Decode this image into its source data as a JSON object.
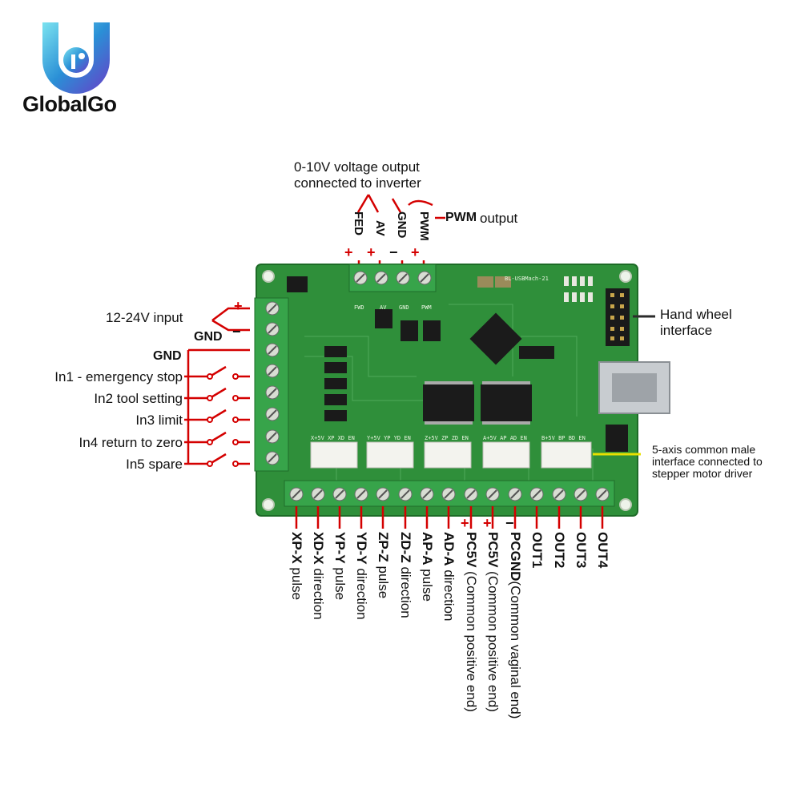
{
  "brand": {
    "name": "GlobalGo",
    "accent": "#1e88c7"
  },
  "colors": {
    "pcb": "#2f8f3a",
    "terminal": "#37a44a",
    "wire": "#d40000",
    "arrow": "#2b2b2b"
  },
  "top_annotation": {
    "line1": "0-10V voltage output",
    "line2": "connected to inverter",
    "pwm_label": "output"
  },
  "top_pins": [
    {
      "label": "FED",
      "sign": "+"
    },
    {
      "label": "AV",
      "sign": "+"
    },
    {
      "label": "GND",
      "sign": "−"
    },
    {
      "label": "PWM",
      "sign": "+"
    }
  ],
  "pwm_tag": "PWM",
  "power": {
    "input_label": "12-24V input",
    "gnd_label": "GND",
    "plus": "+",
    "minus": "−"
  },
  "inputs": {
    "gnd_label": "GND",
    "items": [
      "In1 - emergency stop",
      "In2 tool setting",
      "In3 limit",
      "In4 return to zero",
      "In5 spare"
    ]
  },
  "right_annotations": {
    "hand_wheel": [
      "Hand wheel",
      "interface"
    ],
    "five_axis": [
      "5-axis common male",
      "interface connected to",
      "stepper motor driver"
    ]
  },
  "bottom_pins": [
    {
      "code": "XP-X",
      "desc": "pulse"
    },
    {
      "code": "XD-X",
      "desc": "direction"
    },
    {
      "code": "YP-Y",
      "desc": "pulse"
    },
    {
      "code": "YD-Y",
      "desc": "direction"
    },
    {
      "code": "ZP-Z",
      "desc": "pulse"
    },
    {
      "code": "ZD-Z",
      "desc": "direction"
    },
    {
      "code": "AP-A",
      "desc": "pulse"
    },
    {
      "code": "AD-A",
      "desc": "direction"
    },
    {
      "code": "PC5V",
      "desc": "(Common positive end)"
    },
    {
      "code": "PC5V",
      "desc": "(Common positive end)"
    },
    {
      "code": "PCGND",
      "desc": "(Common vaginal end)"
    },
    {
      "code": "OUT1",
      "desc": ""
    },
    {
      "code": "OUT2",
      "desc": ""
    },
    {
      "code": "OUT3",
      "desc": ""
    },
    {
      "code": "OUT4",
      "desc": ""
    }
  ],
  "bottom_signs": [
    "+",
    "+",
    "−"
  ],
  "board": {
    "title": "BL-USBMach-21",
    "silk_top": [
      "FWD",
      "AV",
      "GND",
      "PWM"
    ],
    "silk_axis": [
      "X+5V XP XD EN",
      "Y+5V YP YD EN",
      "Z+5V ZP ZD EN",
      "A+5V AP AD EN",
      "B+5V BP BD EN"
    ]
  }
}
